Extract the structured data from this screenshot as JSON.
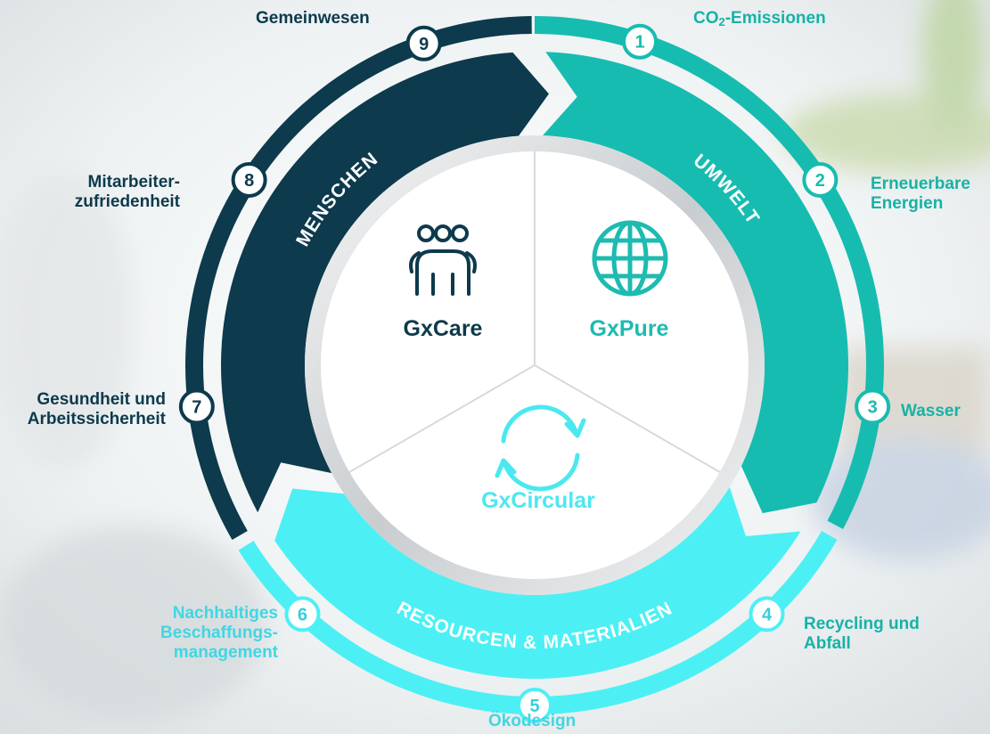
{
  "colors": {
    "navy": "#0d3a4c",
    "teal": "#17bcb0",
    "aqua": "#4cf0f4",
    "background": "#eef2f3"
  },
  "pillars": [
    {
      "name": "GxCare",
      "category": "MENSCHEN",
      "icon": "people-icon",
      "color": "#0d3a4c"
    },
    {
      "name": "GxPure",
      "category": "UMWELT",
      "icon": "globe-icon",
      "color": "#1dbbb1"
    },
    {
      "name": "GxCircular",
      "category": "RESOURCEN & MATERIALIEN",
      "icon": "recycle-arrows-icon",
      "color": "#4cf0f4"
    }
  ],
  "topics": [
    {
      "number": "1",
      "label_main": "CO",
      "label_sub": "2",
      "label_rest": "-Emissionen"
    },
    {
      "number": "2",
      "lines": [
        "Erneuerbare",
        "Energien"
      ]
    },
    {
      "number": "3",
      "lines": [
        "Wasser"
      ]
    },
    {
      "number": "4",
      "lines": [
        "Recycling und",
        "Abfall"
      ]
    },
    {
      "number": "5",
      "lines": [
        "Ökodesign"
      ]
    },
    {
      "number": "6",
      "lines": [
        "Nachhaltiges",
        "Beschaffungs-",
        "management"
      ]
    },
    {
      "number": "7",
      "lines": [
        "Gesundheit und",
        "Arbeitssicherheit"
      ]
    },
    {
      "number": "8",
      "lines": [
        "Mitarbeiter-",
        "zufriedenheit"
      ]
    },
    {
      "number": "9",
      "lines": [
        "Gemeinwesen"
      ]
    }
  ]
}
